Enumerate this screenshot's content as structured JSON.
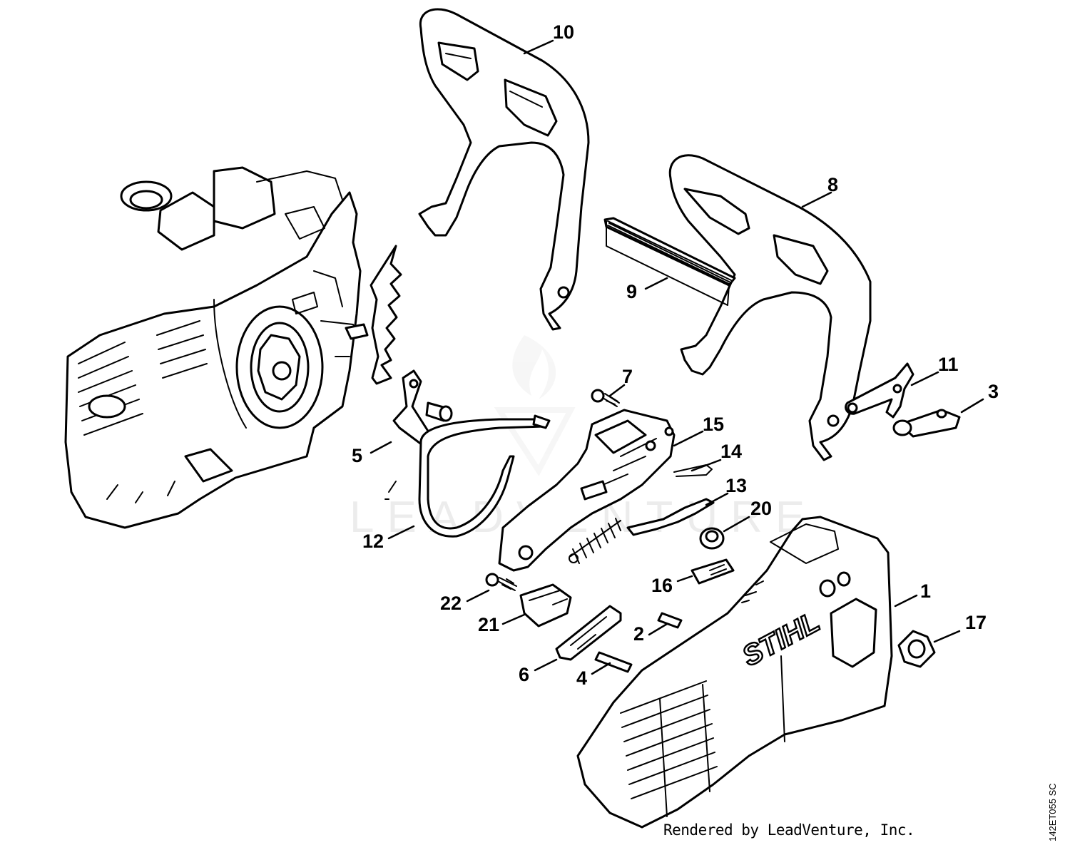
{
  "diagram": {
    "callouts": {
      "c1": "1",
      "c2": "2",
      "c3": "3",
      "c4": "4",
      "c5": "5",
      "c6": "6",
      "c7": "7",
      "c8": "8",
      "c9": "9",
      "c10": "10",
      "c11": "11",
      "c12": "12",
      "c13": "13",
      "c14": "14",
      "c15": "15",
      "c16": "16",
      "c17": "17",
      "c20": "20",
      "c21": "21",
      "c22": "22"
    },
    "cover_brand": "STIHL",
    "credit": "Rendered by LeadVenture, Inc.",
    "drawing_code": "142ET055 SC",
    "watermark": "LEADVENTURE"
  },
  "colors": {
    "ink": "#000000",
    "paper": "#ffffff",
    "watermark": "#d8d8d8"
  }
}
